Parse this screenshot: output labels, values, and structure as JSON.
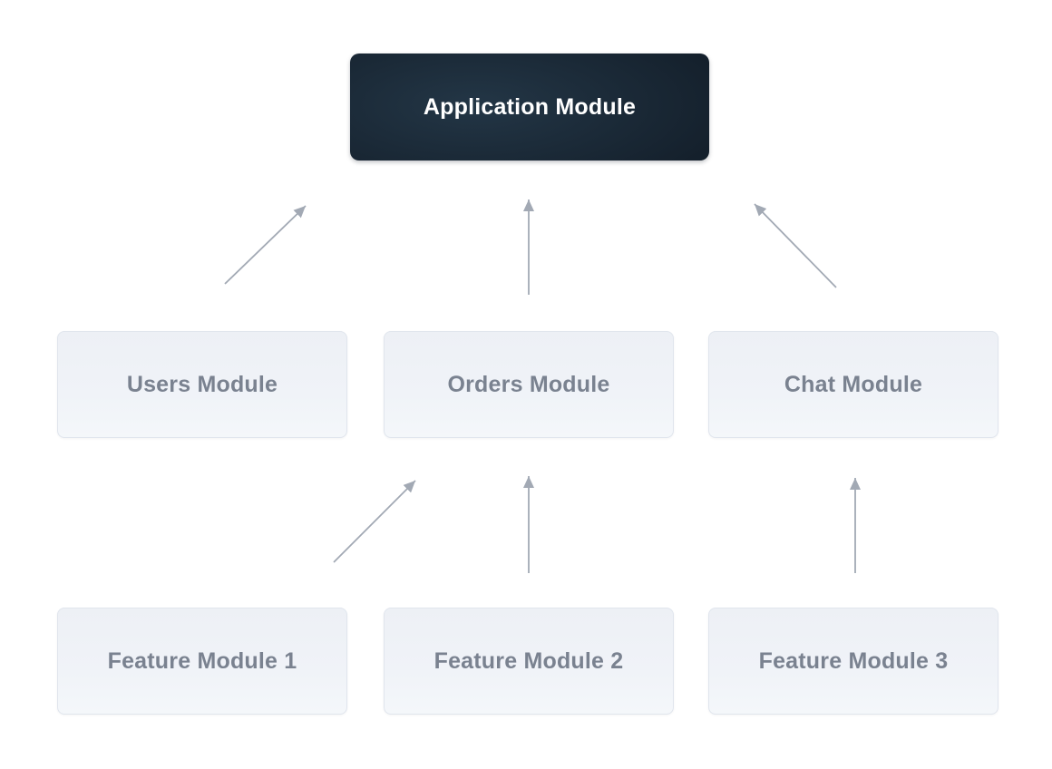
{
  "diagram": {
    "nodes": {
      "application": {
        "label": "Application Module",
        "level": "root"
      },
      "users": {
        "label": "Users Module",
        "level": "middle"
      },
      "orders": {
        "label": "Orders Module",
        "level": "middle"
      },
      "chat": {
        "label": "Chat Module",
        "level": "middle"
      },
      "feature1": {
        "label": "Feature Module 1",
        "level": "bottom"
      },
      "feature2": {
        "label": "Feature Module 2",
        "level": "bottom"
      },
      "feature3": {
        "label": "Feature Module 3",
        "level": "bottom"
      }
    },
    "edges": [
      {
        "from": "users",
        "to": "application"
      },
      {
        "from": "orders",
        "to": "application"
      },
      {
        "from": "chat",
        "to": "application"
      },
      {
        "from": "feature1",
        "to": "orders"
      },
      {
        "from": "feature2",
        "to": "orders"
      },
      {
        "from": "feature3",
        "to": "chat"
      }
    ],
    "colors": {
      "page_bg": "#ffffff",
      "root_node_bg": "#16222e",
      "root_node_text": "#ffffff",
      "child_node_bg": "#eef1f6",
      "child_node_border": "#e0e5ed",
      "child_node_text": "#7a8290",
      "arrow": "#a2a9b4"
    }
  }
}
